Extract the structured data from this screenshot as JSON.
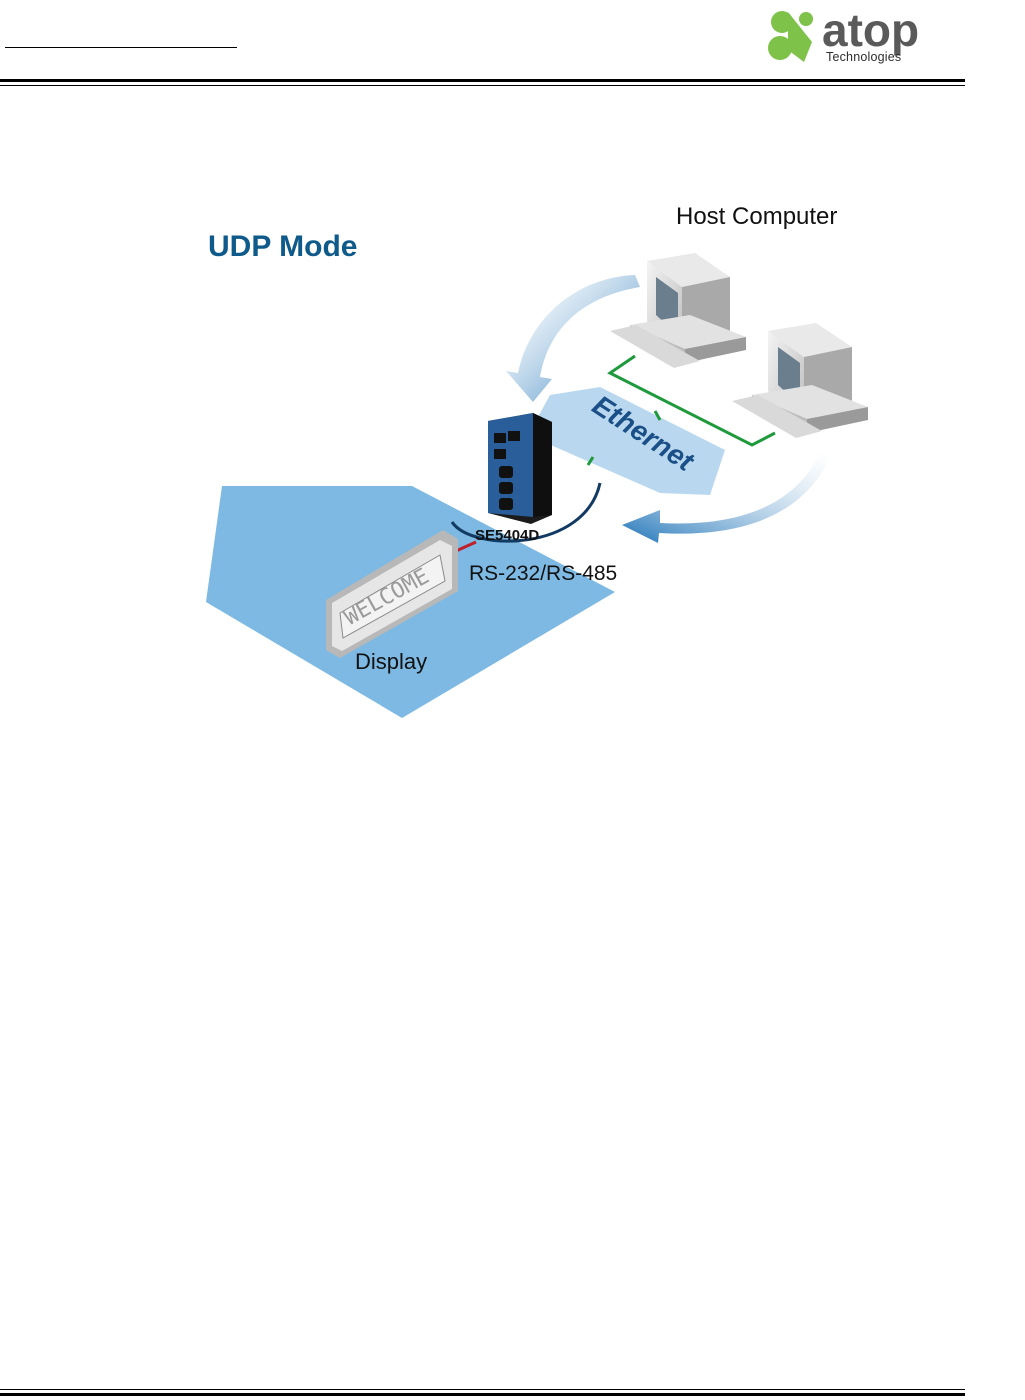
{
  "header": {
    "brand": "atop",
    "brand_sub": "Technologies"
  },
  "diagram": {
    "title": "UDP Mode",
    "host_label": "Host Computer",
    "network_label": "Ethernet",
    "device_label": "SE5404D",
    "serial_label": "RS-232/RS-485",
    "display_label": "Display",
    "display_screen_text": "WELCOME"
  },
  "colors": {
    "title_blue": "#0e5a8a",
    "floor_blue": "#7db9e3",
    "arrow_blue": "#2b7fc0",
    "ethernet_band": "#b9d8ef",
    "ethernet_text": "#1a4f87",
    "network_line_green": "#1e9a3c",
    "serial_line_red": "#c0202a",
    "logo_green": "#7ec24a"
  }
}
